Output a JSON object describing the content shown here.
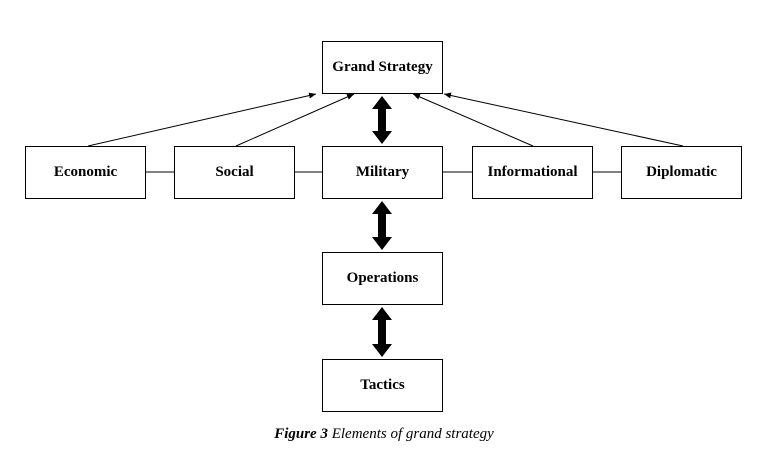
{
  "diagram": {
    "nodes": {
      "grand_strategy": "Grand Strategy",
      "economic": "Economic",
      "social": "Social",
      "military": "Military",
      "informational": "Informational",
      "diplomatic": "Diplomatic",
      "operations": "Operations",
      "tactics": "Tactics"
    },
    "edges": [
      {
        "from": "economic",
        "to": "grand_strategy",
        "type": "arrow"
      },
      {
        "from": "social",
        "to": "grand_strategy",
        "type": "arrow"
      },
      {
        "from": "informational",
        "to": "grand_strategy",
        "type": "arrow"
      },
      {
        "from": "diplomatic",
        "to": "grand_strategy",
        "type": "arrow"
      },
      {
        "from": "military",
        "to": "grand_strategy",
        "type": "double-arrow"
      },
      {
        "from": "military",
        "to": "operations",
        "type": "double-arrow"
      },
      {
        "from": "operations",
        "to": "tactics",
        "type": "double-arrow"
      },
      {
        "from": "economic",
        "to": "social",
        "type": "line"
      },
      {
        "from": "social",
        "to": "military",
        "type": "line"
      },
      {
        "from": "military",
        "to": "informational",
        "type": "line"
      },
      {
        "from": "informational",
        "to": "diplomatic",
        "type": "line"
      }
    ]
  },
  "caption": {
    "figure_number": "Figure 3",
    "text": " Elements of grand strategy"
  }
}
